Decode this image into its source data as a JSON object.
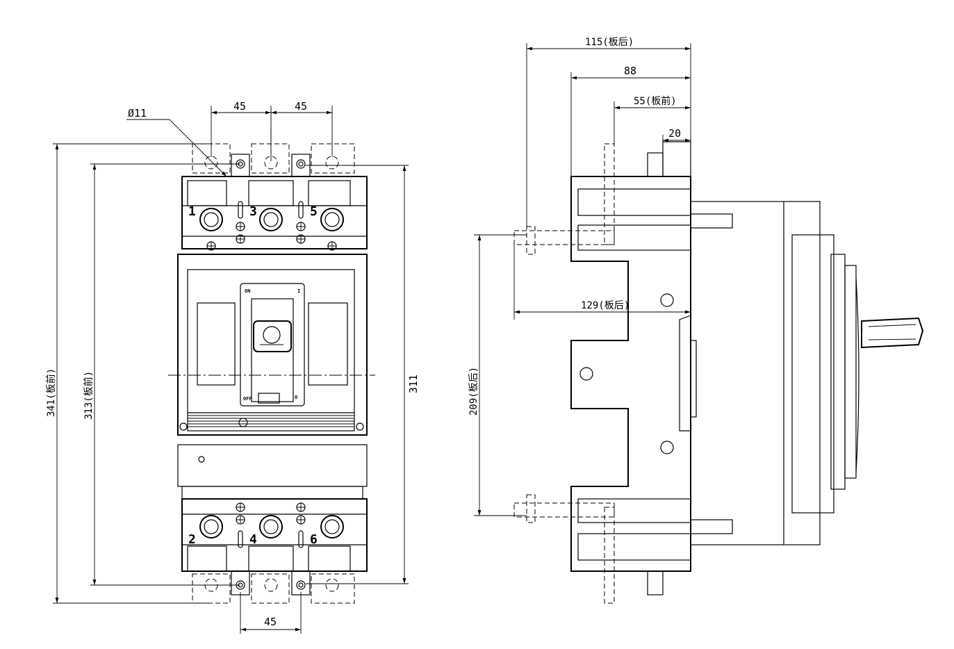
{
  "front_view": {
    "dims": {
      "hole_dia": "Ø11",
      "pitch_top_left": "45",
      "pitch_top_right": "45",
      "pitch_bottom": "45",
      "height_overall": "341(板前)",
      "height_mount": "313(板前)",
      "height_body": "311"
    },
    "terminals_top": [
      "1",
      "3",
      "5"
    ],
    "terminals_bottom": [
      "2",
      "4",
      "6"
    ],
    "panel": {
      "on_label": "ON",
      "off_label": "OFF",
      "on_symbol": "I",
      "off_symbol": "O"
    }
  },
  "side_view": {
    "dims": {
      "depth_overall": "115(板后)",
      "depth_body": "88",
      "depth_front": "55(板前)",
      "depth_stud": "20",
      "depth_terminal": "129(板后)",
      "height_terminal": "209(板后)"
    }
  }
}
